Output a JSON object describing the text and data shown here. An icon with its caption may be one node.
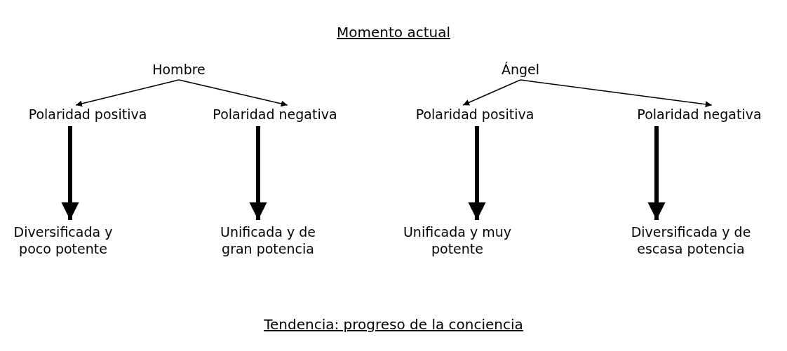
{
  "diagram": {
    "title": "Momento actual",
    "caption": "Tendencia: progreso de la conciencia",
    "nodes": [
      {
        "text": [
          "Hombre"
        ]
      },
      {
        "text": [
          "Ángel"
        ]
      },
      {
        "text": [
          "Polaridad positiva"
        ]
      },
      {
        "text": [
          "Polaridad negativa"
        ]
      },
      {
        "text": [
          "Polaridad positiva"
        ]
      },
      {
        "text": [
          "Polaridad negativa"
        ]
      },
      {
        "text": [
          "Diversificada y poco potente"
        ]
      },
      {
        "text": [
          "Unificada y de gran potencia"
        ]
      },
      {
        "text": [
          "Unificada y muy potente"
        ]
      },
      {
        "text": [
          "Diversificada y de escasa potencia"
        ]
      }
    ],
    "edges": [
      {
        "from": 0,
        "to": 2,
        "arrow": "to"
      },
      {
        "from": 0,
        "to": 3,
        "arrow": "to"
      },
      {
        "from": 1,
        "to": 4,
        "arrow": "to"
      },
      {
        "from": 1,
        "to": 5,
        "arrow": "to"
      },
      {
        "from": 2,
        "to": 6,
        "arrow": "to",
        "style": "thick"
      },
      {
        "from": 3,
        "to": 7,
        "arrow": "to",
        "style": "thick"
      },
      {
        "from": 4,
        "to": 8,
        "arrow": "to",
        "style": "thick"
      },
      {
        "from": 5,
        "to": 9,
        "arrow": "to",
        "style": "thick"
      }
    ]
  }
}
